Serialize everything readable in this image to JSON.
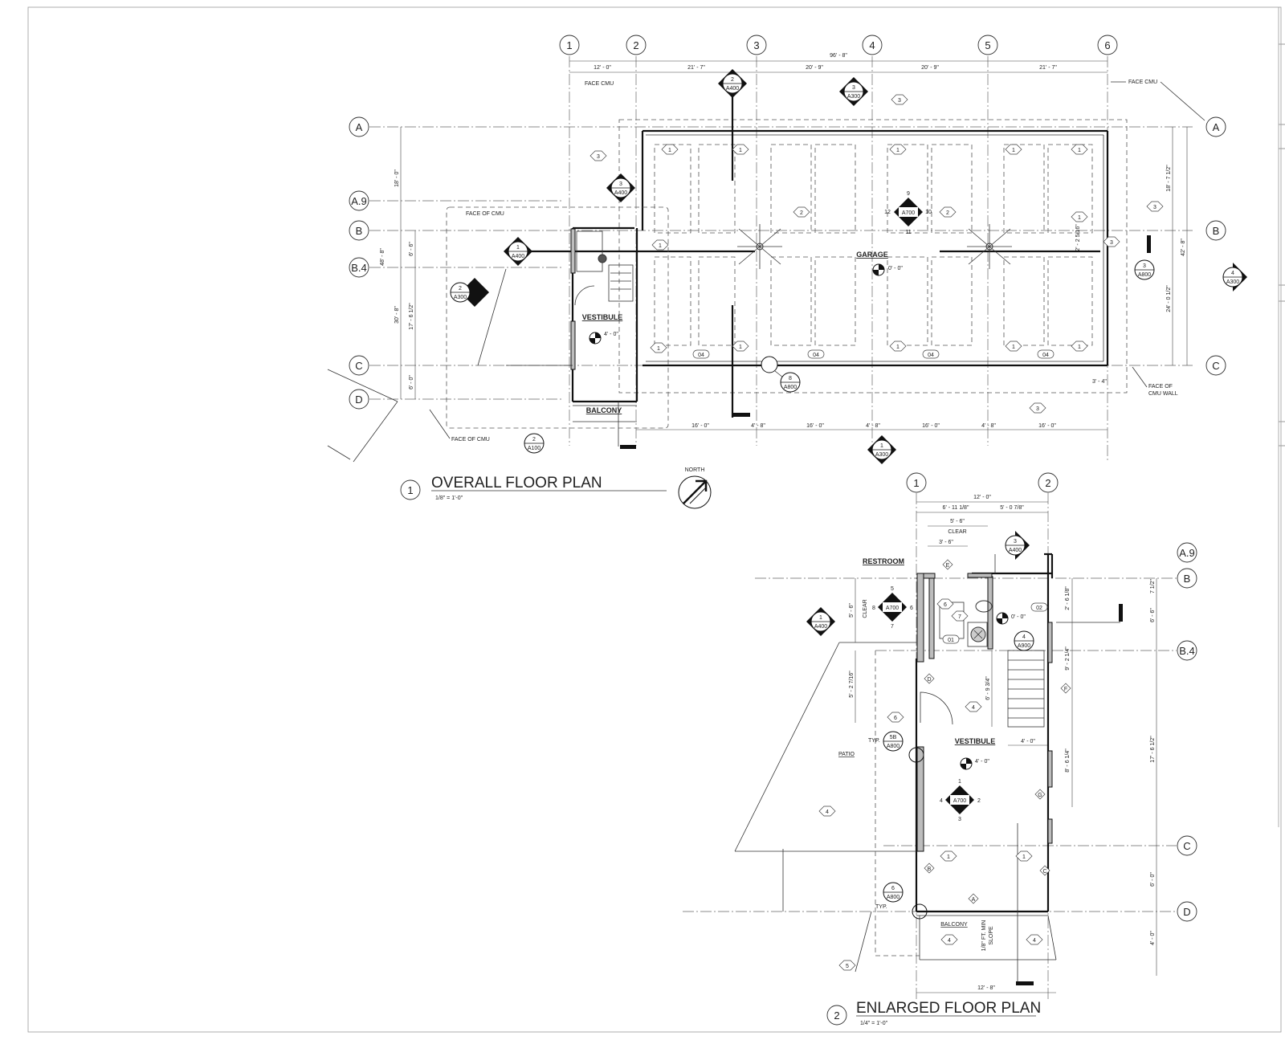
{
  "overall_plan": {
    "number": "1",
    "title": "OVERALL FLOOR PLAN",
    "scale": "1/8\" = 1'-0\"",
    "north_label": "NORTH",
    "col_grid": [
      "1",
      "2",
      "3",
      "4",
      "5",
      "6"
    ],
    "row_grid": [
      "A",
      "A.9",
      "B",
      "B.4",
      "C",
      "D"
    ],
    "overall_dim": "96' - 8\"",
    "top_dims": [
      "12' - 0\"",
      "21' - 7\"",
      "20' - 9\"",
      "20' - 9\"",
      "21' - 7\""
    ],
    "bottom_dims": [
      "16' - 0\"",
      "4' - 8\"",
      "16' - 0\"",
      "4' - 8\"",
      "16' - 0\"",
      "4' - 8\"",
      "16' - 0\""
    ],
    "left_dims": [
      "18' - 0\"",
      "48' - 8\"",
      "6' - 6\"",
      "30' - 8\"",
      "17' - 6 1/2\"",
      "6' - 0\""
    ],
    "right_dims": [
      "18' - 7 1/2\"",
      "42' - 8\"",
      "24' - 0 1/2\"",
      "2' - 2 5/16\"",
      "3' - 4\""
    ],
    "notes": [
      "FACE CMU",
      "FACE CMU",
      "FACE OF CMU",
      "FACE OF CMU",
      "FACE OF",
      "CMU WALL"
    ],
    "rooms": [
      "GARAGE",
      "VESTIBULE",
      "BALCONY"
    ],
    "elevation_garage": "0' - 0\"",
    "elevation_vestibule": "4' - 0\"",
    "door_tags": [
      "04",
      "04",
      "04",
      "04"
    ],
    "keynotes": [
      "1",
      "2",
      "3"
    ],
    "callouts": [
      {
        "n": "2",
        "s": "A400"
      },
      {
        "n": "3",
        "s": "A300"
      },
      {
        "n": "3",
        "s": "A400"
      },
      {
        "n": "1",
        "s": "A400"
      },
      {
        "n": "2",
        "s": "A300"
      },
      {
        "n": "8",
        "s": "A800"
      },
      {
        "n": "2",
        "s": "A100"
      },
      {
        "n": "1",
        "s": "A300"
      },
      {
        "n": "4",
        "s": "A300"
      },
      {
        "n": "3",
        "s": "A800"
      }
    ],
    "interior_elev": {
      "sheet": "A700",
      "marks": [
        "9",
        "10",
        "11",
        "12"
      ]
    }
  },
  "enlarged_plan": {
    "number": "2",
    "title": "ENLARGED FLOOR PLAN",
    "scale": "1/4\" = 1'-0\"",
    "col_grid": [
      "1",
      "2"
    ],
    "row_grid": [
      "A.9",
      "B",
      "B.4",
      "C",
      "D"
    ],
    "rooms": [
      "RESTROOM",
      "VESTIBULE",
      "PATIO",
      "BALCONY"
    ],
    "top_dims": [
      "12' - 0\"",
      "6' - 11 1/8\"",
      "5' - 0 7/8\"",
      "5' - 6\"",
      "CLEAR",
      "3' - 6\""
    ],
    "right_dims": [
      "7 1/2\"",
      "6' - 6\"",
      "17' - 6 1/2\"",
      "6' - 0\"",
      "4' - 0\""
    ],
    "inner_dims": [
      "2' - 6 1/8\"",
      "9' - 2 1/4\"",
      "8' - 6 1/4\"",
      "6' - 9 3/4\"",
      "5' - 2 7/16\"",
      "5' - 6\"",
      "CLEAR",
      "4' - 0\""
    ],
    "bottom_dim": "12' - 8\"",
    "slope_note": [
      "1/8\" FT. MIN",
      "SLOPE"
    ],
    "typ": "TYP.",
    "elevation_restroom": "0' - 0\"",
    "elevation_vestibule": "4' - 0\"",
    "door_tags": [
      "01",
      "02"
    ],
    "hex_tags": [
      "1",
      "4",
      "5",
      "6",
      "7"
    ],
    "diamond_tags": [
      "A",
      "B",
      "C",
      "D",
      "E",
      "F",
      "G"
    ],
    "callouts": [
      {
        "n": "3",
        "s": "A400"
      },
      {
        "n": "1",
        "s": "A400"
      },
      {
        "n": "4",
        "s": "A900"
      },
      {
        "n": "5B",
        "s": "A800"
      },
      {
        "n": "6",
        "s": "A800"
      }
    ],
    "interior_elev_top": {
      "sheet": "A700",
      "marks": [
        "5",
        "6",
        "7",
        "8"
      ]
    },
    "interior_elev_bottom": {
      "sheet": "A700",
      "marks": [
        "1",
        "2",
        "3",
        "4"
      ]
    }
  },
  "colors": {
    "line": "#111111",
    "paper": "#ffffff",
    "poche": "#bdbdbd"
  }
}
